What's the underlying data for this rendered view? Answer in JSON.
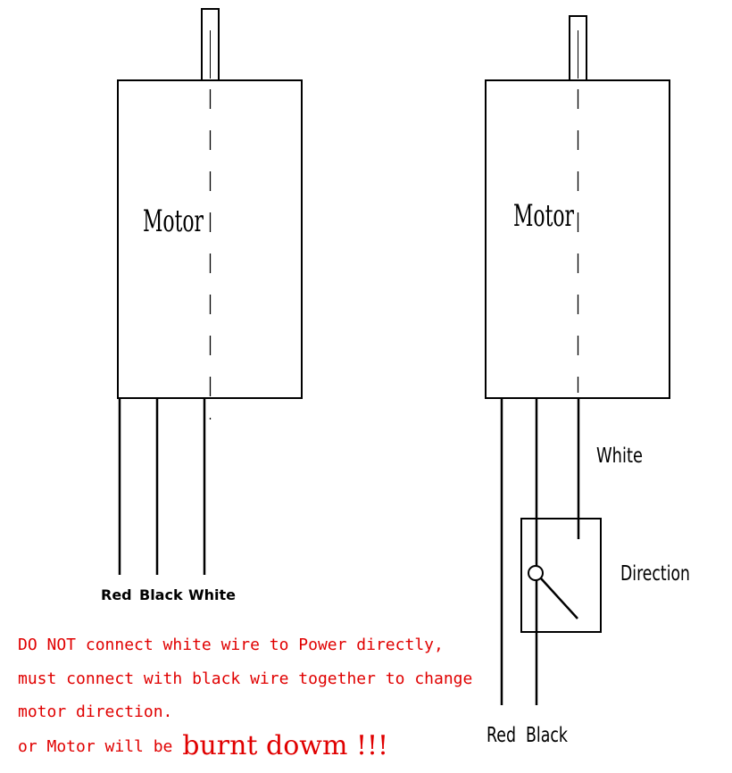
{
  "left_motor": {
    "label": "Motor",
    "wires": [
      "Red",
      "Black",
      "White"
    ]
  },
  "right_motor": {
    "label": "Motor",
    "white_label": "White",
    "switch_label": "Direction",
    "bottom_labels": [
      "Red",
      "Black"
    ]
  },
  "warning": {
    "line1": "DO NOT connect white wire to Power directly,",
    "line2": "must connect with black wire together to change",
    "line3": "motor direction.",
    "line4_prefix": "or Motor will be ",
    "line4_emphasis": "burnt dowm !!!"
  },
  "colors": {
    "line": "#000000",
    "warning": "#e00000"
  }
}
